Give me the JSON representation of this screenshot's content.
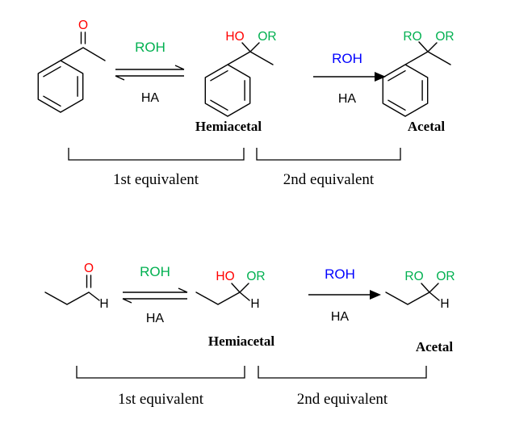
{
  "scheme_ketone": {
    "step1": {
      "reagent": "ROH",
      "acid": "HA"
    },
    "step2": {
      "reagent": "ROH",
      "acid": "HA"
    },
    "ketone": {
      "O": "O"
    },
    "hemiacetal": {
      "HO": "HO",
      "OR": "OR",
      "label": "Hemiacetal"
    },
    "acetal": {
      "RO": "RO",
      "OR": "OR",
      "label": "Acetal"
    },
    "brackets": {
      "first": "1st equivalent",
      "second": "2nd equivalent"
    }
  },
  "scheme_aldehyde": {
    "step1": {
      "reagent": "ROH",
      "acid": "HA"
    },
    "step2": {
      "reagent": "ROH",
      "acid": "HA"
    },
    "aldehyde": {
      "O": "O",
      "H": "H"
    },
    "hemiacetal": {
      "HO": "HO",
      "OR": "OR",
      "H": "H",
      "label": "Hemiacetal"
    },
    "acetal": {
      "RO": "RO",
      "OR": "OR",
      "H": "H",
      "label": "Acetal"
    },
    "brackets": {
      "first": "1st equivalent",
      "second": "2nd equivalent"
    }
  },
  "colors": {
    "oxygen_red": "#ff0000",
    "first_equivalent_green": "#00b050",
    "second_equivalent_blue": "#0000ff",
    "bond_black": "#000000"
  }
}
